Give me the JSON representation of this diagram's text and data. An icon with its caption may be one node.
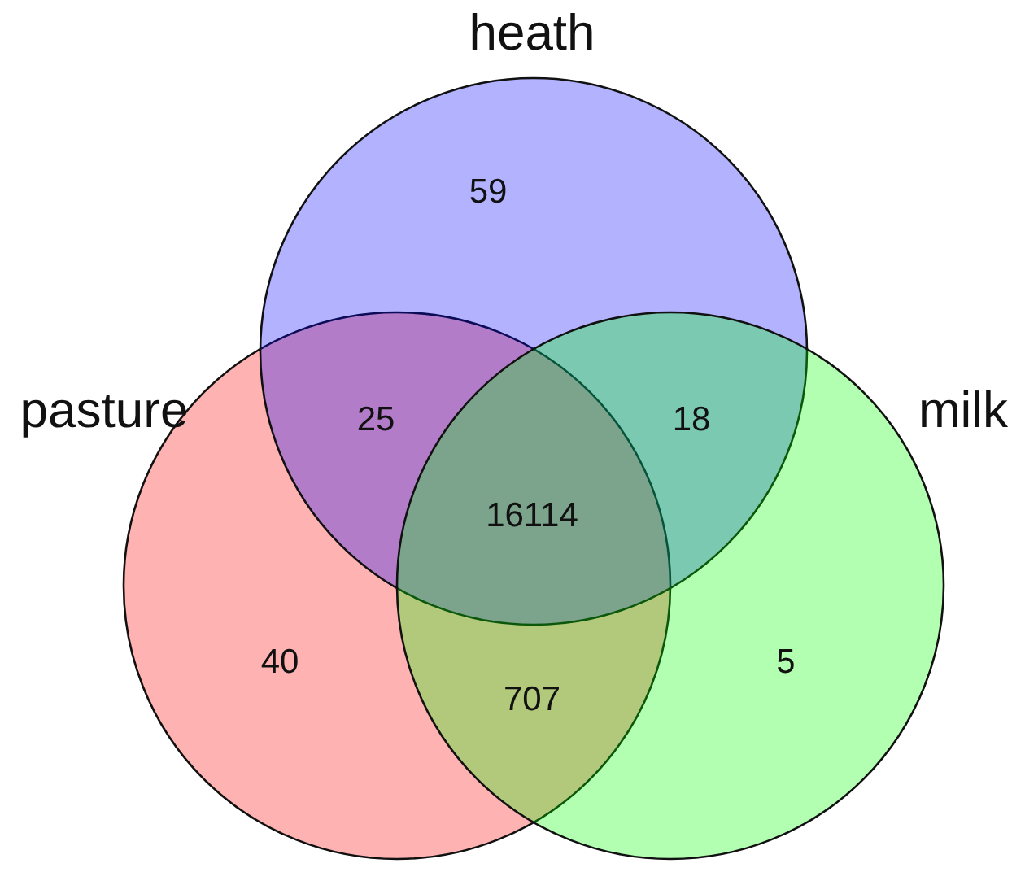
{
  "diagram": {
    "nodes": [
      {
        "text": [
          "heath"
        ]
      },
      {
        "text": [
          "pasture"
        ]
      },
      {
        "text": [
          "milk"
        ]
      }
    ],
    "labels": [
      "59",
      "25",
      "18",
      "16114",
      "40",
      "5",
      "707"
    ]
  }
}
